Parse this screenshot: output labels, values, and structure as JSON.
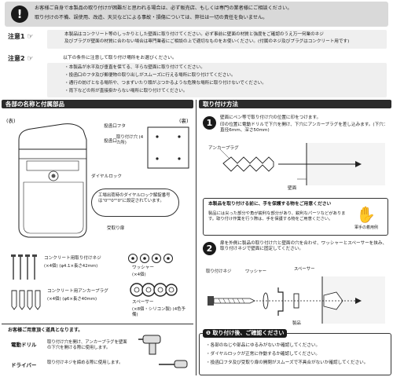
{
  "top_warning": {
    "icon": "exclamation-circle-icon",
    "line1": "お客様ご自身で本製品の取り付けが困難だと思われる場合は、必ず販売店、もしくは専門の業者様にご相談ください。",
    "line2": "取り付けの不備、誤使用、改造、天災などによる事故・損傷については、弊社は一切の責任を負いません。"
  },
  "notice1": {
    "label": "注意1",
    "line1": "本製品はコンクリート等のしっかりとした壁面に取り付けてください。必ず事前に壁面の材質と強度をご確認のうえ万一何業のネジ",
    "line2": "及びプラグが壁面の材質に合わない場合は専門業者にご相談の上で適切なものをお使いください。(付属のネジ及びプラグはコンクリート用です)"
  },
  "notice2": {
    "label": "注意2",
    "intro": "以下の条件に注意して取り付け場所をお選びください。",
    "items": [
      "・本製品が水平及び垂直を保てる、平らな壁面に取り付けてください。",
      "・投函口のフタ及び郵便物の取り出しがスムーズに行える場所に取り付けてください。",
      "・通行の妨げとなる場所や、つまずいたり頭がぶつかるような危険な場所に取り付けないでください。",
      "・雨下などの所が直接掛からない場所に取り付けてください。"
    ]
  },
  "left_header": "各部の名称と付属部品",
  "right_header": "取り付け方法",
  "front_label": "(表)",
  "back_label": "(裏)",
  "part_lid": "投函口フタ",
  "part_slot": "投函口",
  "part_holes": "取り付け穴 (4カ所)",
  "part_dial": "ダイヤルロック",
  "part_receiver": "受取り扉",
  "dial_note": "工場出荷時のダイヤルロック解錠番号は\"0\"\"0\"\"0\"に設定されています。",
  "screw_label": "コンクリート用取り付けネジ",
  "screw_spec": "(×4個) (φ4.1×長さ42mm)",
  "washer_label": "ワッシャー",
  "washer_count": "(×4個)",
  "anchor_label": "コンクリート用アンカープラグ",
  "anchor_spec": "(×4個) (φ6×長さ40mm)",
  "spacer_label": "スペーサー",
  "spacer_spec": "(×8個・シリコン製) (4色予備)",
  "tools_title": "お客様ご用意頂く道具となります。",
  "tool1_name": "電動ドリル",
  "tool1_desc": "取り付け穴を開け、アンカープラグを壁面の下穴を開ける際に使用します。",
  "tool2_name": "ドライバー",
  "tool2_desc": "取り付けネジを締める際に使用します。",
  "step1_text1": "壁面にペン等で取り付け穴の位置に印をつけます。",
  "step1_text2": "印の位置に電動ドリルで下穴を開け、下穴にアンカープラグを差し込みます。(下穴：直径6mm、深さ50mm)",
  "step1_anchor_label": "アンカープラグ",
  "step1_wall_label": "壁面",
  "step1_warn_title": "本製品を取り付ける前に、手を保護する物をご用意ください",
  "step1_warn_text": "製品には尖った部分や角が鋭利な部分があり、鋭利なパーツなどがあります。取り付け作業を行う際は、手を保護する物をご用意ください。",
  "glove_caption": "軍手の着用例",
  "step2_text1": "扉を外側に製品の取り付け穴と壁面の穴を合わせ、ワッシャーとスペーサーを挟み、取り付けネジで壁面に固定してください。",
  "step2_screw": "取り付けネジ",
  "step2_washer": "ワッシャー",
  "step2_spacer": "スペーサー",
  "step2_product": "製品",
  "after_title": "取り付け後、ご確認ください",
  "after_items": [
    "・各部のねじや部品にゆるみがないか確認してください。",
    "・ダイヤルロックが正常に作動するか確認してください。",
    "・投函口フタ及び受取り扉の開閉がスムーズで不具合がないか確認してください。"
  ]
}
